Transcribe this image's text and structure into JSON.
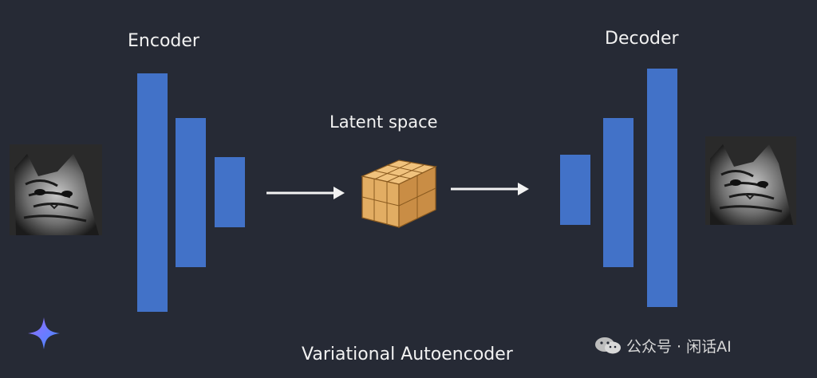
{
  "diagram": {
    "encoder_label": "Encoder",
    "decoder_label": "Decoder",
    "latent_label": "Latent space",
    "caption": "Variational Autoencoder"
  },
  "watermark": {
    "text": "公众号 · 闲话AI",
    "icon": "wechat-icon"
  },
  "icons": {
    "sparkle": "sparkle-icon",
    "cube": "latent-cube-icon",
    "arrow": "arrow-right-icon"
  },
  "colors": {
    "background": "#262a35",
    "layer_blue": "#4272c8",
    "cube_orange": "#e2ad63",
    "text": "#f2f2f2"
  }
}
